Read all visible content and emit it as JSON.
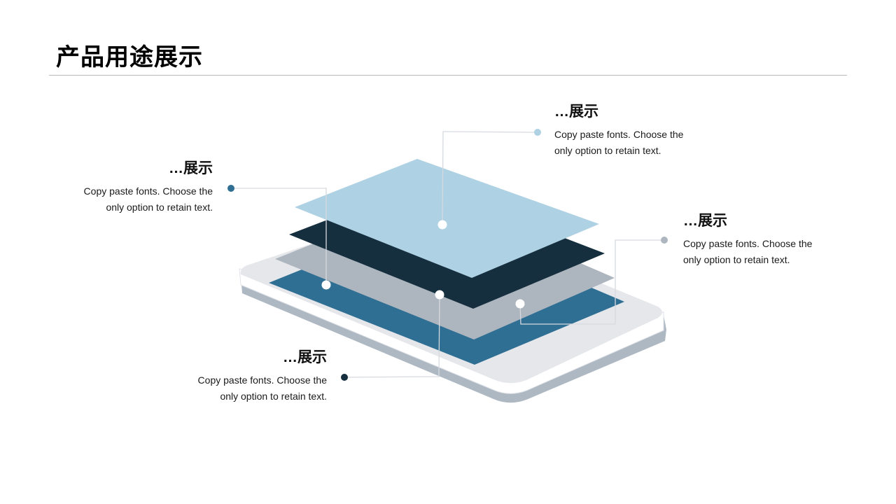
{
  "title": "产品用途展示",
  "callouts": [
    {
      "id": "top-right",
      "heading": "…展示",
      "text": "Copy paste fonts. Choose the only option to retain text."
    },
    {
      "id": "left",
      "heading": "…展示",
      "text": "Copy paste fonts. Choose the only option to retain text."
    },
    {
      "id": "right",
      "heading": "…展示",
      "text": "Copy paste fonts. Choose the only option to retain text."
    },
    {
      "id": "bottom",
      "heading": "…展示",
      "text": "Copy paste fonts. Choose the only option to retain text."
    }
  ],
  "colors": {
    "light_blue_layer": "#aed1e3",
    "dark_navy_layer": "#162f3e",
    "gray_layer": "#adb5bf",
    "blue_layer": "#2f6f93",
    "device_body": "#e6e7eb",
    "device_edge": "#aeb8c3",
    "connector": "#d6dadf"
  }
}
